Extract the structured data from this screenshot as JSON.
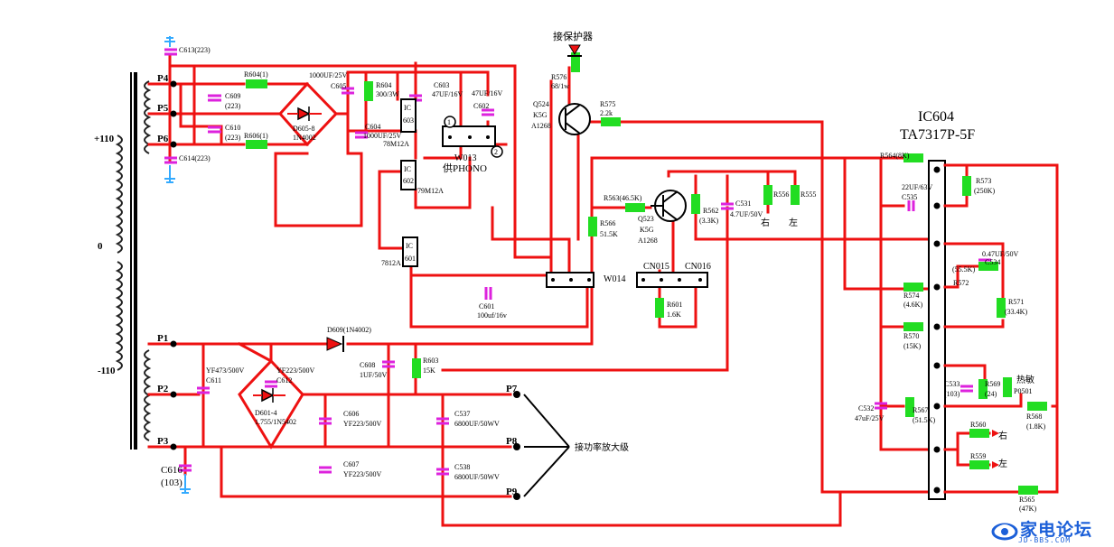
{
  "transformer": {
    "primary_labels": [
      "+110",
      "0",
      "-110"
    ],
    "taps_upper": [
      "P4",
      "P5",
      "P6"
    ],
    "taps_lower": [
      "P1",
      "P2",
      "P3"
    ]
  },
  "outputs": {
    "taps": [
      "P7",
      "P8",
      "P9"
    ],
    "note": "接功率放大级"
  },
  "ic604": {
    "name": "IC604",
    "part": "TA7317P-5F"
  },
  "protect_note": "接保护器",
  "phono_note": "供PHONO",
  "connectors": {
    "w013": "W013",
    "w014": "W014",
    "cn015": "CN015",
    "cn016": "CN016"
  },
  "ics": {
    "ic603": [
      "IC",
      "603"
    ],
    "ic602": [
      "IC",
      "602"
    ],
    "ic601": [
      "IC",
      "601"
    ],
    "reg603": "78M12A",
    "reg602": "79M12A",
    "reg601": "7812A"
  },
  "transistors": {
    "q524": [
      "Q524",
      "K5G",
      "A1268"
    ],
    "q523": [
      "Q523",
      "K5G",
      "A1268"
    ]
  },
  "diodes": {
    "d605": [
      "D605-8",
      "1N4002"
    ],
    "d601": [
      "D601-4",
      "1.755/1N5402"
    ],
    "d609": "D609(1N4002)"
  },
  "resistors": {
    "r604_1": "R604(1)",
    "r606_1": "R606(1)",
    "r604": [
      "R604",
      "300/3W"
    ],
    "r576": [
      "R576",
      "68/1w"
    ],
    "r575": [
      "R575",
      "2.2k"
    ],
    "r563": "R563(46.5K)",
    "r566": [
      "R566",
      "51.5K"
    ],
    "r562": [
      "R562",
      "(3.3K)"
    ],
    "r556": "R556",
    "r555": "R555",
    "r601": [
      "R601",
      "1.6K"
    ],
    "r603": [
      "R603",
      "15K"
    ],
    "r564": "R564(8K)",
    "r573": [
      "R573",
      "(250K)"
    ],
    "r572": "R572",
    "r574": [
      "R574",
      "(4.6K)"
    ],
    "r570": [
      "R570",
      "(15K)"
    ],
    "r571": [
      "R571",
      "(33.4K)"
    ],
    "r569": [
      "R569",
      "(24)"
    ],
    "r567": [
      "R567",
      "(51.5K)"
    ],
    "r568": [
      "R568",
      "(1.8K)"
    ],
    "r560": "R560",
    "r559": "R559",
    "r565": [
      "R565",
      "(47K)"
    ],
    "r55": "(55.5K)"
  },
  "capacitors": {
    "c613": "C613(223)",
    "c609": [
      "C609",
      "(223)"
    ],
    "c610": [
      "C610",
      "(223)"
    ],
    "c614": "C614(223)",
    "c605": [
      "1000UF/25V",
      "C605"
    ],
    "c603": [
      "C603",
      "47UF/16V"
    ],
    "c602": [
      "47UF/16V",
      "C602"
    ],
    "c604": [
      "C604",
      "1000UF/25V"
    ],
    "c601": [
      "C601",
      "100uf/16v"
    ],
    "c531": [
      "C531",
      "4.7UF/50V"
    ],
    "c611": [
      "YF473/500V",
      "C611"
    ],
    "c612": [
      "YF223/500V",
      "C612"
    ],
    "c608": [
      "C608",
      "1UF/50V"
    ],
    "c606": [
      "C606",
      "YF223/500V"
    ],
    "c607": [
      "C607",
      "YF223/500V"
    ],
    "c537": [
      "C537",
      "6800UF/50WV"
    ],
    "c538": [
      "C538",
      "6800UF/50WV"
    ],
    "c616": [
      "C616",
      "(103)"
    ],
    "c535": [
      "22UF/63V",
      "C535"
    ],
    "c534": [
      "0.47UF/50V",
      "C534"
    ],
    "c533": [
      "C533",
      "(103)"
    ],
    "c532": [
      "C532",
      "47uF/25V"
    ]
  },
  "side_labels": {
    "right": "右",
    "left": "左",
    "thermistor": [
      "热敏",
      "P0501"
    ]
  },
  "logo": {
    "text": "家电论坛",
    "url": "JD-BBS.COM"
  },
  "colors": {
    "wire": "#ee1111",
    "resistor": "#22dd22",
    "capacitor": "#dd22dd",
    "ground": "#33aaff",
    "logo": "#1b5fd8"
  }
}
